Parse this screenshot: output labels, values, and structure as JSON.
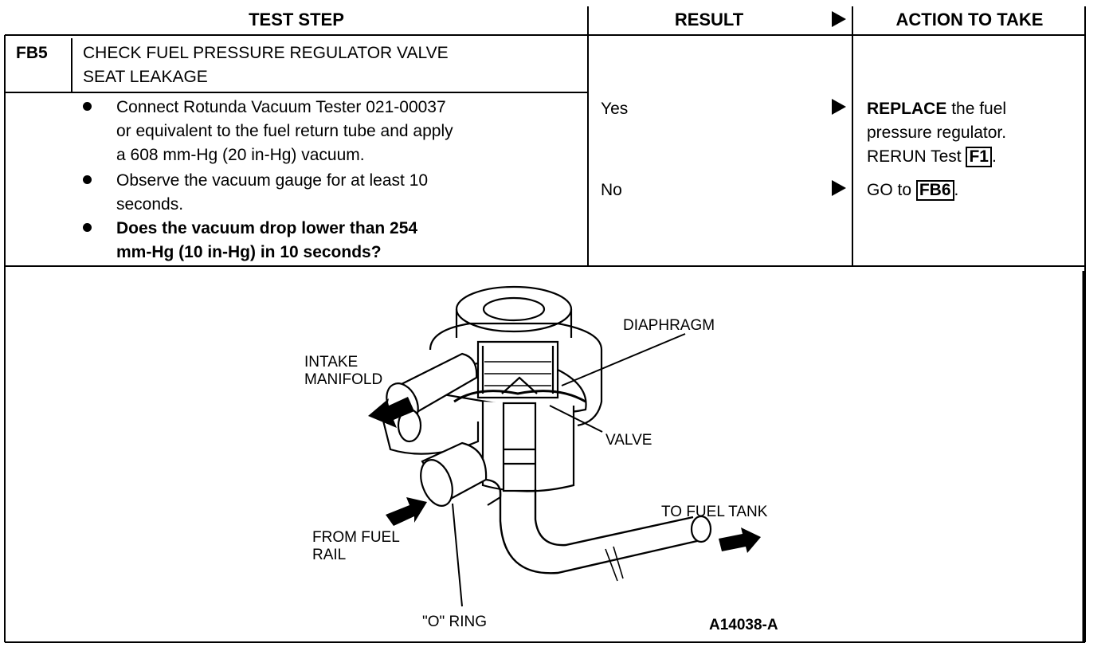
{
  "headers": {
    "test_step": "TEST STEP",
    "result": "RESULT",
    "action": "ACTION TO TAKE"
  },
  "step": {
    "code": "FB5",
    "title_line1": "CHECK FUEL PRESSURE REGULATOR VALVE",
    "title_line2": "SEAT LEAKAGE",
    "bullets": [
      {
        "lines": [
          "Connect Rotunda Vacuum Tester 021-00037",
          "or equivalent to the fuel return tube and apply",
          "a 608 mm-Hg (20 in-Hg) vacuum."
        ],
        "bold": false
      },
      {
        "lines": [
          "Observe the vacuum gauge for at least 10",
          "seconds."
        ],
        "bold": false
      },
      {
        "lines": [
          "Does the vacuum drop lower than 254",
          "mm-Hg (10 in-Hg) in 10 seconds?"
        ],
        "bold": true
      }
    ]
  },
  "results": {
    "yes": "Yes",
    "no": "No"
  },
  "actions": {
    "yes_replace": "REPLACE",
    "yes_l1_rest": " the fuel",
    "yes_l2": "pressure regulator.",
    "yes_rerun": "RERUN Test ",
    "yes_ref": "F1",
    "yes_end": ".",
    "no_goto": "GO to ",
    "no_ref": "FB6",
    "no_end": "."
  },
  "diagram": {
    "diaphragm": "DIAPHRAGM",
    "intake_l1": "INTAKE",
    "intake_l2": "MANIFOLD",
    "valve": "VALVE",
    "to_fuel_tank": "TO FUEL TANK",
    "from_fuel_l1": "FROM FUEL",
    "from_fuel_l2": "RAIL",
    "o_ring": "\"O\" RING",
    "figure_id": "A14038-A"
  }
}
